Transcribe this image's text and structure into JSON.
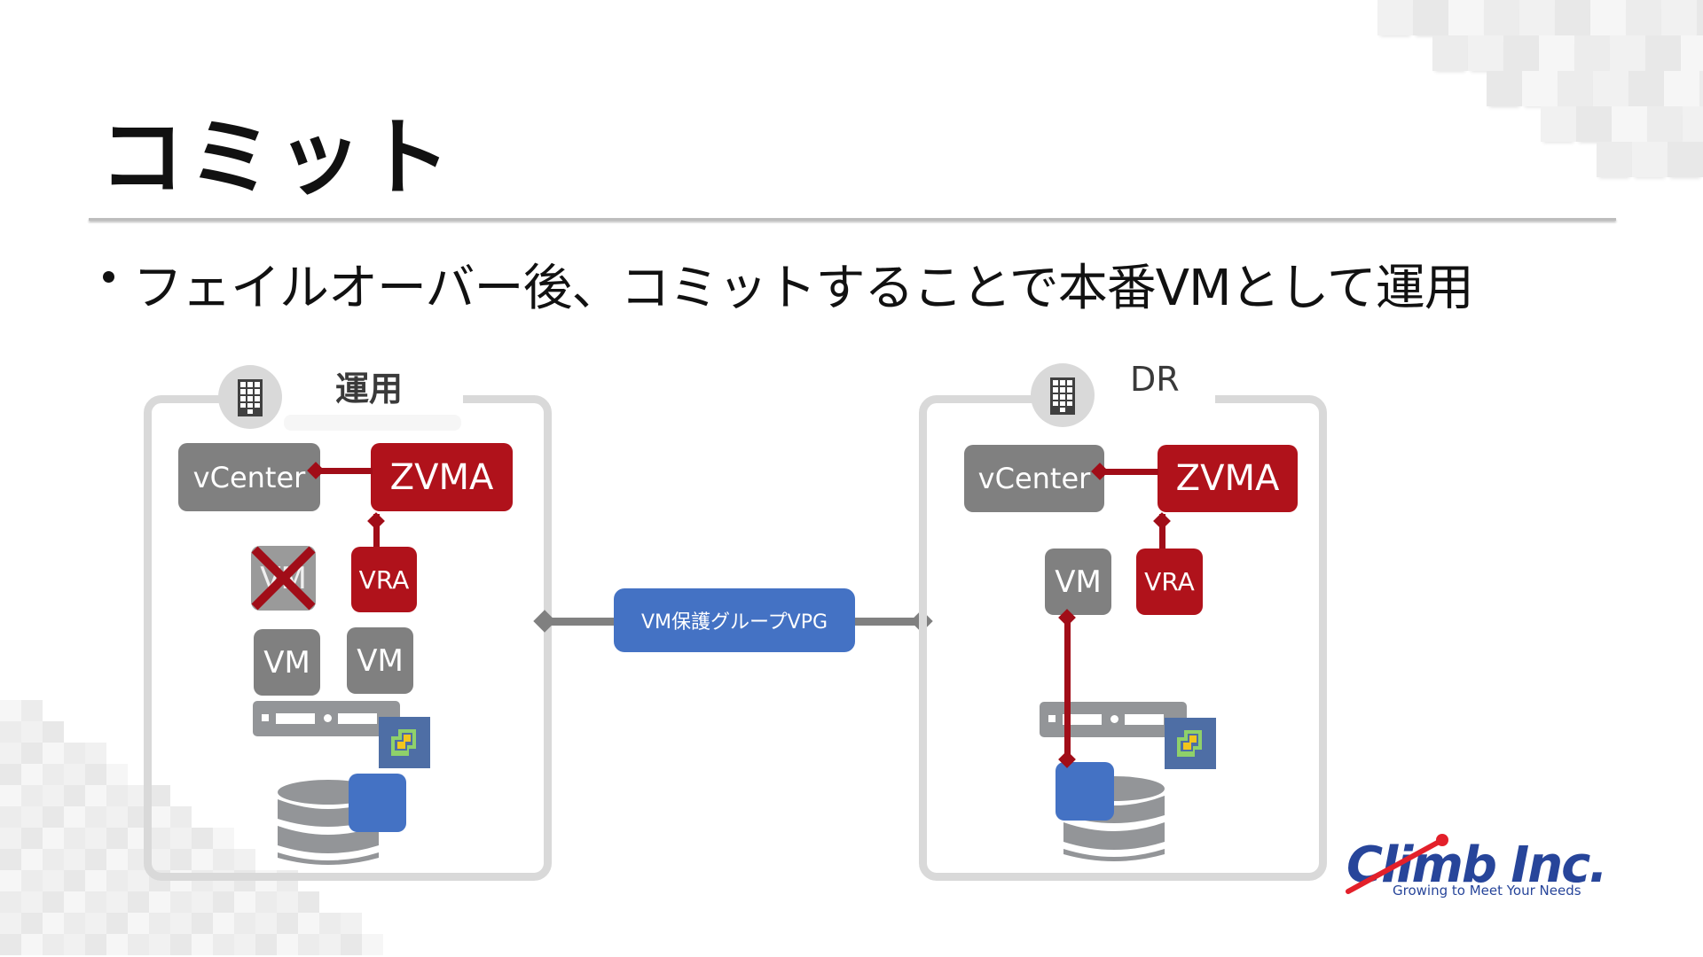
{
  "slide": {
    "title": "コミット",
    "bullets": [
      "フェイルオーバー後、コミットすることで本番VMとして運用"
    ]
  },
  "diagram": {
    "sites": [
      {
        "label": "運用",
        "icon": "building-icon",
        "vcenter": "vCenter",
        "zvma": "ZVMA",
        "vra": "VRA",
        "failed_vm": "VM",
        "vms": [
          "VM",
          "VM"
        ],
        "hypervisor_icon": "vsphere-icon",
        "storage_icon": "database-icon"
      },
      {
        "label": "DR",
        "icon": "building-icon",
        "vcenter": "vCenter",
        "zvma": "ZVMA",
        "vra": "VRA",
        "vms": [
          "VM"
        ],
        "hypervisor_icon": "vsphere-icon",
        "storage_icon": "database-icon"
      }
    ],
    "vpg_label": "VM保護グループVPG",
    "colors": {
      "red": "#b0121b",
      "gray": "#808080",
      "blue": "#4472c4",
      "border": "#d9d9d9"
    }
  },
  "logo": {
    "name": "Climb Inc.",
    "tagline": "Growing to Meet Your Needs"
  }
}
